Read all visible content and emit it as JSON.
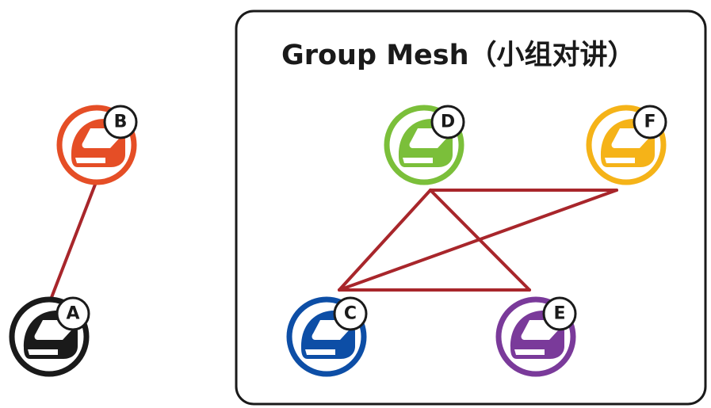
{
  "group": {
    "title": "Group Mesh（小组对讲）"
  },
  "colors": {
    "link": "#a8262b",
    "frame": "#1a1a1a",
    "A": "#1a1a1a",
    "B": "#e54e26",
    "C": "#0d4ea6",
    "D": "#7bbf3a",
    "E": "#7a3a9a",
    "F": "#f5b318"
  },
  "nodes": [
    {
      "id": "A",
      "label": "A",
      "icon": "helmet-icon",
      "in_group": false
    },
    {
      "id": "B",
      "label": "B",
      "icon": "helmet-icon",
      "in_group": false
    },
    {
      "id": "C",
      "label": "C",
      "icon": "helmet-icon",
      "in_group": true
    },
    {
      "id": "D",
      "label": "D",
      "icon": "helmet-icon",
      "in_group": true
    },
    {
      "id": "E",
      "label": "E",
      "icon": "helmet-icon",
      "in_group": true
    },
    {
      "id": "F",
      "label": "F",
      "icon": "helmet-icon",
      "in_group": true
    }
  ],
  "links": [
    {
      "from": "A",
      "to": "B"
    },
    {
      "from": "C",
      "to": "D"
    },
    {
      "from": "C",
      "to": "E"
    },
    {
      "from": "C",
      "to": "F"
    },
    {
      "from": "D",
      "to": "E"
    },
    {
      "from": "D",
      "to": "F"
    }
  ]
}
